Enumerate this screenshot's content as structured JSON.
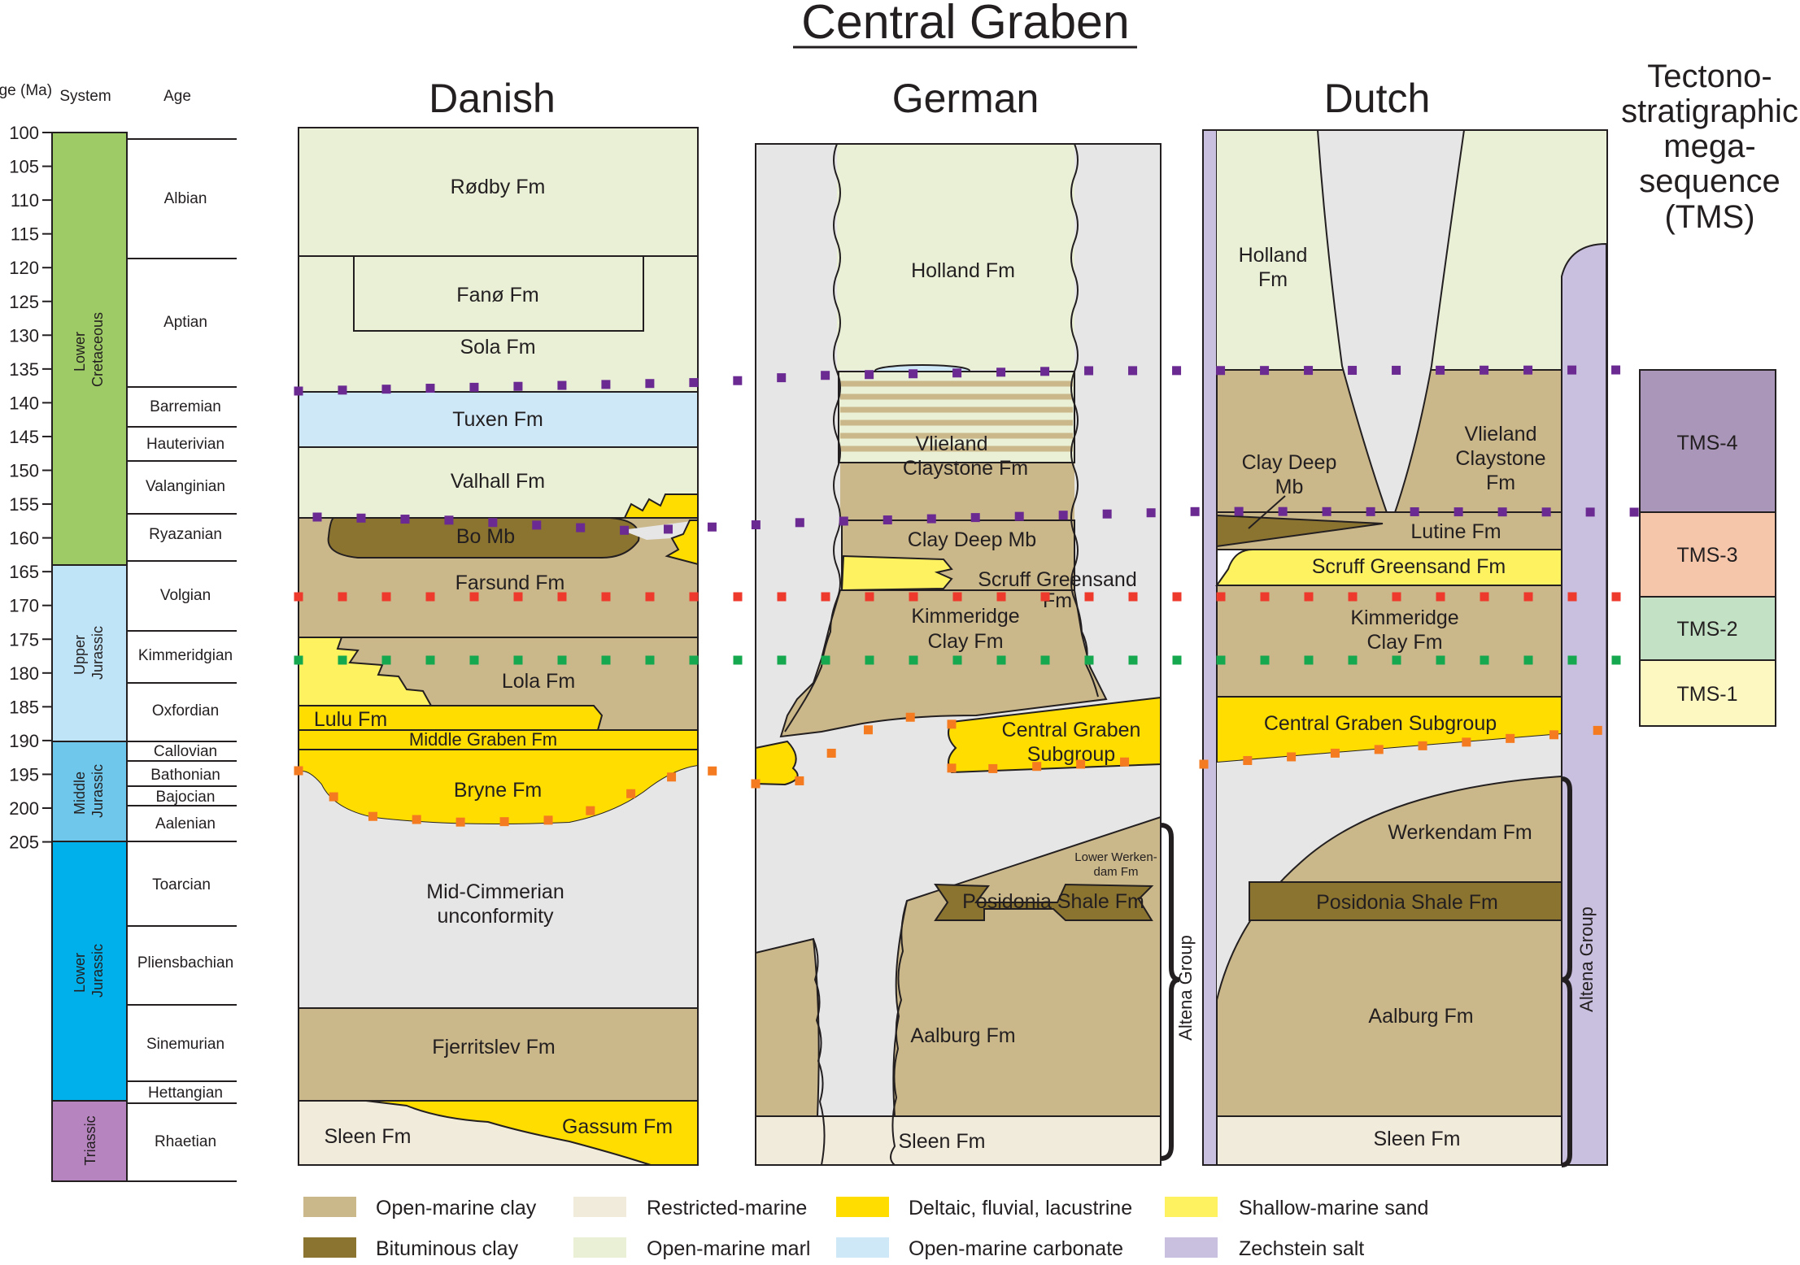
{
  "title": "Central Graben",
  "colors": {
    "open_marine_clay": "#cbb88a",
    "bituminous_clay": "#8b7330",
    "restricted_marine": "#f1ebdc",
    "deltaic": "#ffdd00",
    "shallow_marine_sand": "#fff260",
    "open_marine_marl": "#e9f0d6",
    "open_marine_carbonate": "#cfe8f8",
    "zechstein_salt": "#c9bfdf",
    "unconformity_gap": "#e6e6e6",
    "tms4": "#a996b8",
    "tms3": "#f6c6ab",
    "tms2": "#c3e1c5",
    "tms1": "#fdf8c2",
    "lower_cretaceous": "#9ecb66",
    "upper_jurassic": "#bfe3f7",
    "middle_jurassic": "#6fc8ec",
    "lower_jurassic": "#00b0eb",
    "triassic": "#b684be",
    "line_purple": "#6a2a92",
    "line_red": "#ee3a2c",
    "line_green": "#16a84e",
    "line_orange": "#f47b20"
  },
  "timescale": {
    "header_age": "Age (Ma)",
    "header_system": "System",
    "header_stage": "Age",
    "ticks": [
      "100",
      "105",
      "110",
      "115",
      "120",
      "125",
      "130",
      "135",
      "140",
      "145",
      "150",
      "155",
      "160",
      "165",
      "170",
      "175",
      "180",
      "185",
      "190",
      "195",
      "200",
      "205"
    ],
    "systems": [
      {
        "label": "Lower Cretaceous",
        "color": "lower_cretaceous"
      },
      {
        "label": "Upper Jurassic",
        "color": "upper_jurassic"
      },
      {
        "label": "Middle Jurassic",
        "color": "middle_jurassic"
      },
      {
        "label": "Lower Jurassic",
        "color": "lower_jurassic"
      },
      {
        "label": "Triassic",
        "color": "triassic"
      }
    ],
    "stages": [
      "Albian",
      "Aptian",
      "Barremian",
      "Hauterivian",
      "Valanginian",
      "Ryazanian",
      "Volgian",
      "Kimmeridgian",
      "Oxfordian",
      "Callovian",
      "Bathonian",
      "Bajocian",
      "Aalenian",
      "Toarcian",
      "Pliensbachian",
      "Sinemurian",
      "Hettangian",
      "Rhaetian"
    ]
  },
  "columns": {
    "danish": {
      "title": "Danish",
      "labels": {
        "rodby": "Rødby Fm",
        "fano": "Fanø Fm",
        "sola": "Sola Fm",
        "tuxen": "Tuxen Fm",
        "valhall": "Valhall Fm",
        "bo": "Bo Mb",
        "farsund": "Farsund Fm",
        "lola": "Lola Fm",
        "lulu": "Lulu Fm",
        "middle_graben": "Middle Graben Fm",
        "bryne": "Bryne Fm",
        "mid_cimmerian_1": "Mid-Cimmerian",
        "mid_cimmerian_2": "unconformity",
        "fjerritslev": "Fjerritslev Fm",
        "sleen": "Sleen Fm",
        "gassum": "Gassum Fm"
      }
    },
    "german": {
      "title": "German",
      "labels": {
        "holland": "Holland Fm",
        "vlieland_1": "Vlieland",
        "vlieland_2": "Claystone Fm",
        "clay_deep": "Clay Deep Mb",
        "scruff_1": "Scruff Greensand",
        "scruff_2": "Fm",
        "kimmeridge_1": "Kimmeridge",
        "kimmeridge_2": "Clay Fm",
        "central_graben_1": "Central Graben",
        "central_graben_2": "Subgroup",
        "lower_werkendam_1": "Lower Werken-",
        "lower_werkendam_2": "dam Fm",
        "posidonia": "Posidonia Shale Fm",
        "aalburg": "Aalburg Fm",
        "altena": "Altena Group",
        "sleen": "Sleen Fm"
      }
    },
    "dutch": {
      "title": "Dutch",
      "labels": {
        "holland_1": "Holland",
        "holland_2": "Fm",
        "clay_deep_1": "Clay Deep",
        "clay_deep_2": "Mb",
        "vlieland_1": "Vlieland",
        "vlieland_2": "Claystone",
        "vlieland_3": "Fm",
        "lutine": "Lutine Fm",
        "scruff": "Scruff Greensand Fm",
        "kimmeridge_1": "Kimmeridge",
        "kimmeridge_2": "Clay Fm",
        "central_graben": "Central Graben Subgroup",
        "werkendam": "Werkendam Fm",
        "posidonia": "Posidonia Shale Fm",
        "aalburg": "Aalburg Fm",
        "altena": "Altena Group",
        "sleen": "Sleen Fm"
      }
    }
  },
  "tms": {
    "header": [
      "Tectono-",
      "stratigraphic",
      "mega-",
      "sequence",
      "(TMS)"
    ],
    "boxes": [
      {
        "label": "TMS-4",
        "color": "tms4"
      },
      {
        "label": "TMS-3",
        "color": "tms3"
      },
      {
        "label": "TMS-2",
        "color": "tms2"
      },
      {
        "label": "TMS-1",
        "color": "tms1"
      }
    ]
  },
  "legend": [
    {
      "label": "Open-marine clay",
      "color": "open_marine_clay"
    },
    {
      "label": "Restricted-marine",
      "color": "restricted_marine"
    },
    {
      "label": "Deltaic, fluvial, lacustrine",
      "color": "deltaic"
    },
    {
      "label": "Shallow-marine sand",
      "color": "shallow_marine_sand"
    },
    {
      "label": "Bituminous clay",
      "color": "bituminous_clay"
    },
    {
      "label": "Open-marine marl",
      "color": "open_marine_marl"
    },
    {
      "label": "Open-marine carbonate",
      "color": "open_marine_carbonate"
    },
    {
      "label": "Zechstein salt",
      "color": "zechstein_salt"
    }
  ]
}
